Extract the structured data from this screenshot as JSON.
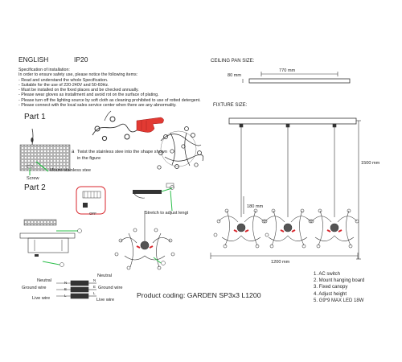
{
  "header": {
    "language": "ENGLISH",
    "ip_rating": "IP20"
  },
  "spec": {
    "heading": "Specification of installation:",
    "lines": [
      "In order to ensure safety use, please notice the following items:",
      "- Read and understand the whole Specification.",
      "- Suitable for the use of 220-240V and 50-60Hz.",
      "- Must be installed on the fixed places and be checked annually.",
      "- Please wear gloves as installment and avoid rot on the surface of plating.",
      "- Please turn off the lighting source by soft cloth as cleaning prohibited to use of rotted detergent.",
      "- Please connect with the local sales service center when there are any abnormality."
    ]
  },
  "parts": {
    "part1": "Part 1",
    "part2": "Part 2",
    "twist_label": "Twist the stainless stee into the shape shown in the figure",
    "twist_num": "a",
    "mount_label": "Mount stainless stee",
    "screw_label": "Screw",
    "stretch_label": "Stretch to adjust lengt",
    "off_label": "OFF"
  },
  "wiring": {
    "neutral": "Neutral",
    "ground": "Ground wire",
    "live": "Live wire",
    "n": "N",
    "e": "E",
    "l": "L"
  },
  "product_code": "Product coding: GARDEN SP3x3 L1200",
  "dimensions": {
    "ceiling_pan_title": "CEILING PAN SIZE:",
    "pan_length": "770 mm",
    "pan_height": "80 mm",
    "fixture_title": "FIXTURE SIZE:",
    "height": "1500 mm",
    "drop": "180 mm",
    "width": "1200 mm"
  },
  "legend": [
    "1. AC switch",
    "2. Mount hanging board",
    "3. Fixed canopy",
    "4. Adjust height",
    "5. G9*9 MAX LED 18W"
  ],
  "colors": {
    "accent_green": "#2bbf4a",
    "red": "#d8262c"
  }
}
